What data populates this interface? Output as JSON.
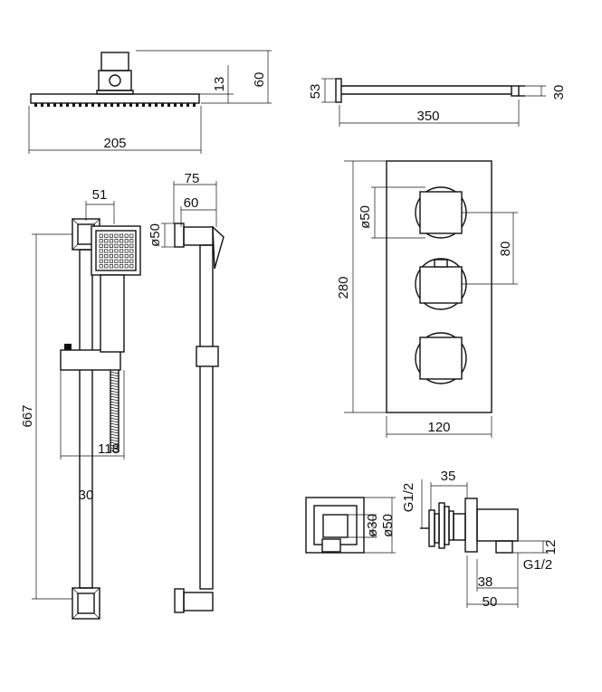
{
  "drawing": {
    "head": {
      "width": "205",
      "height": "60",
      "plate": "13"
    },
    "arm": {
      "height": "53",
      "length": "350",
      "depth": "30"
    },
    "valve": {
      "height": "280",
      "width": "120",
      "handle_dia": "ø50",
      "spacing": "80"
    },
    "rail": {
      "height": "667",
      "bar_width": "30",
      "holder": "51",
      "handset_offset": "118",
      "side_depth_outer": "75",
      "side_depth_inner": "60",
      "handset_dia": "ø50"
    },
    "outlet": {
      "thread_top": "G1/2",
      "thread_bottom": "G1/2",
      "depth": "35",
      "inner_dia": "ø30",
      "outer_dia": "ø50",
      "tail": "12",
      "len_a": "38",
      "len_b": "50"
    }
  }
}
